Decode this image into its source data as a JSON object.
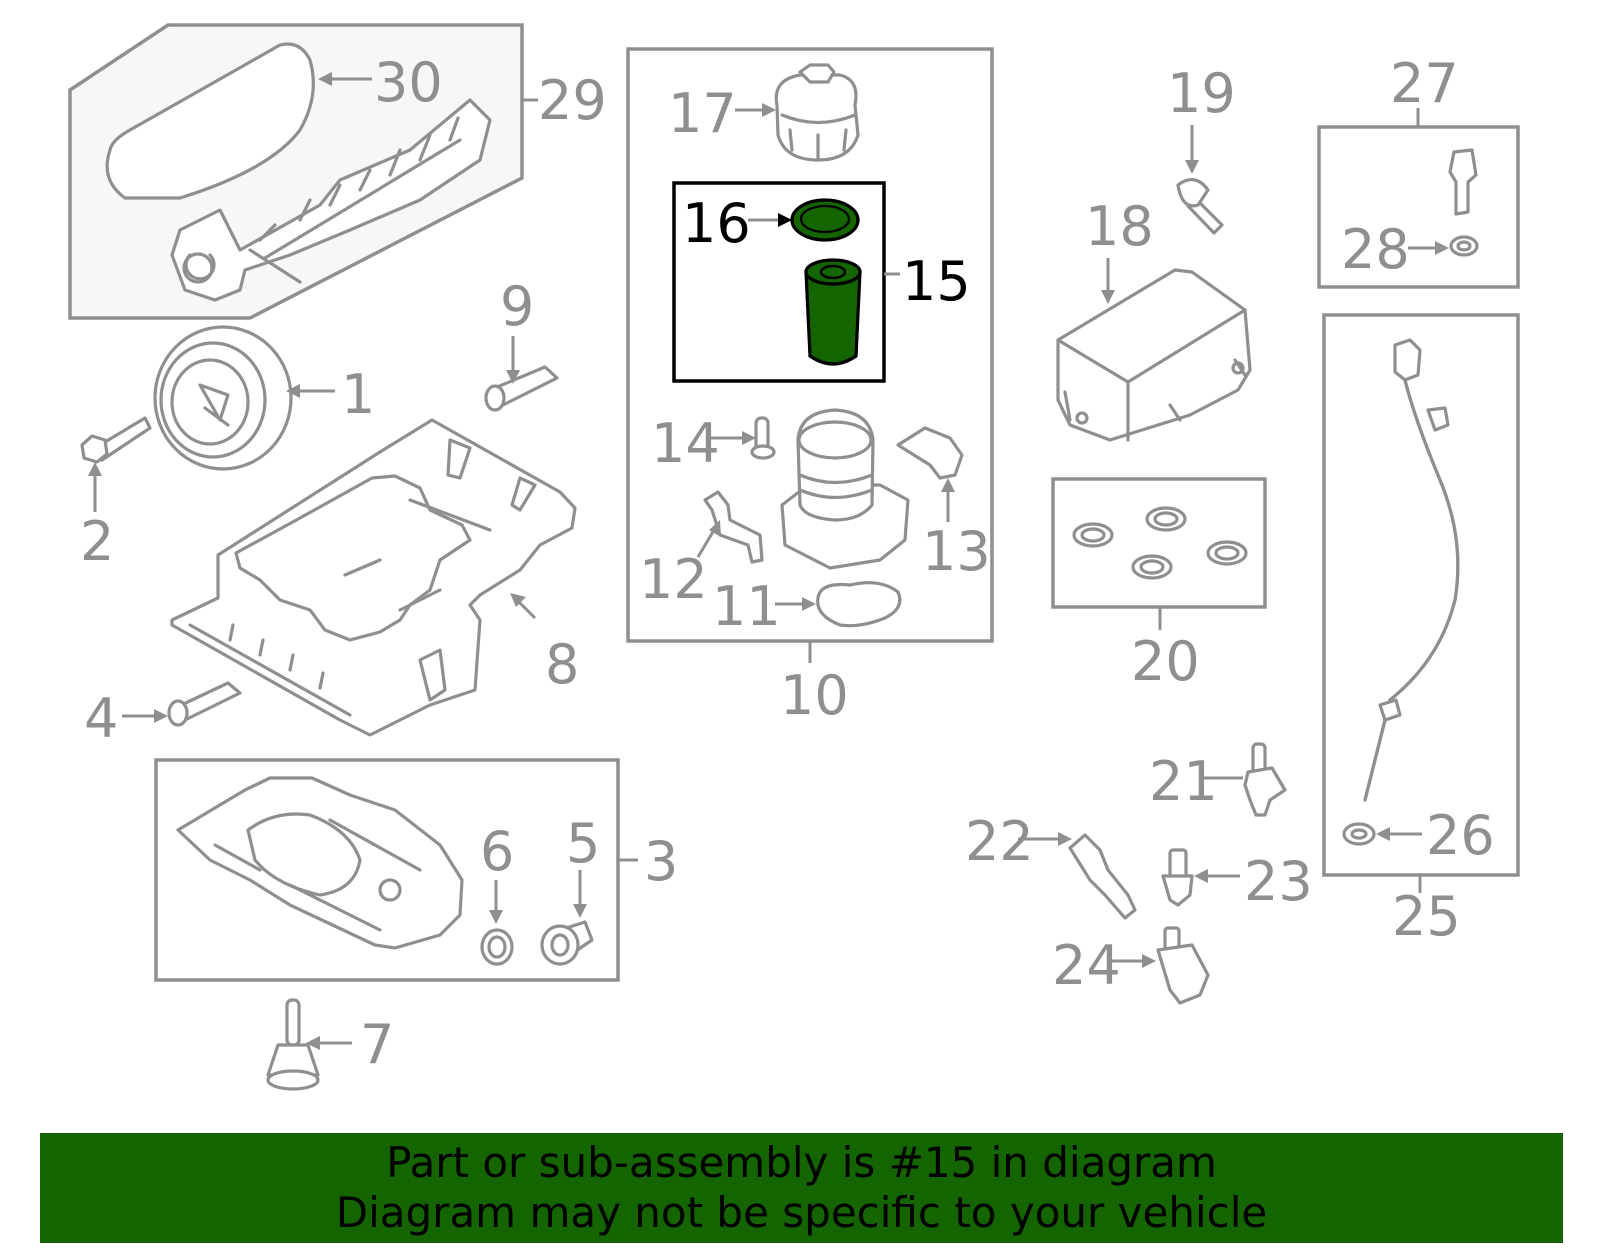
{
  "diagram": {
    "callouts": [
      "1",
      "2",
      "3",
      "4",
      "5",
      "6",
      "7",
      "8",
      "9",
      "10",
      "11",
      "12",
      "13",
      "14",
      "15",
      "16",
      "17",
      "18",
      "19",
      "20",
      "21",
      "22",
      "23",
      "24",
      "25",
      "26",
      "27",
      "28",
      "29",
      "30"
    ],
    "highlighted_callouts": [
      "15",
      "16"
    ],
    "colors": {
      "line": "#8f8f8f",
      "highlight_fill": "#146400",
      "highlight_stroke": "#000000",
      "banner_background": "#146400",
      "banner_text": "#000000"
    }
  },
  "banner": {
    "line1": "Part or sub-assembly is #15 in diagram",
    "line2": "Diagram may not be specific to your vehicle"
  }
}
